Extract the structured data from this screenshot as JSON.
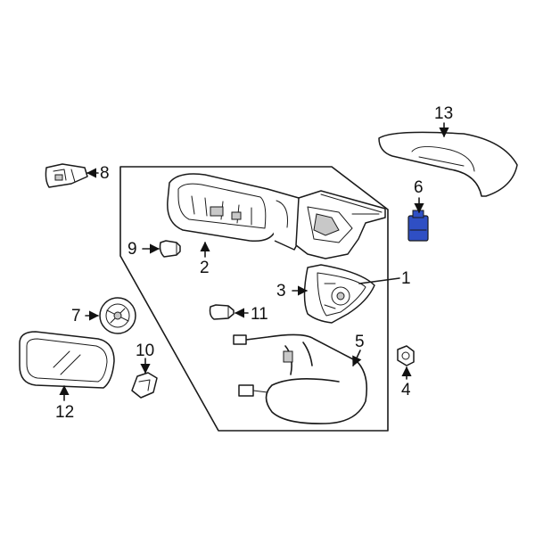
{
  "diagram": {
    "accent_color": "#2f4fc4",
    "callouts": [
      {
        "id": "1",
        "label": "1"
      },
      {
        "id": "2",
        "label": "2"
      },
      {
        "id": "3",
        "label": "3"
      },
      {
        "id": "4",
        "label": "4"
      },
      {
        "id": "5",
        "label": "5"
      },
      {
        "id": "6",
        "label": "6"
      },
      {
        "id": "7",
        "label": "7"
      },
      {
        "id": "8",
        "label": "8"
      },
      {
        "id": "9",
        "label": "9"
      },
      {
        "id": "10",
        "label": "10"
      },
      {
        "id": "11",
        "label": "11"
      },
      {
        "id": "12",
        "label": "12"
      },
      {
        "id": "13",
        "label": "13"
      }
    ]
  }
}
